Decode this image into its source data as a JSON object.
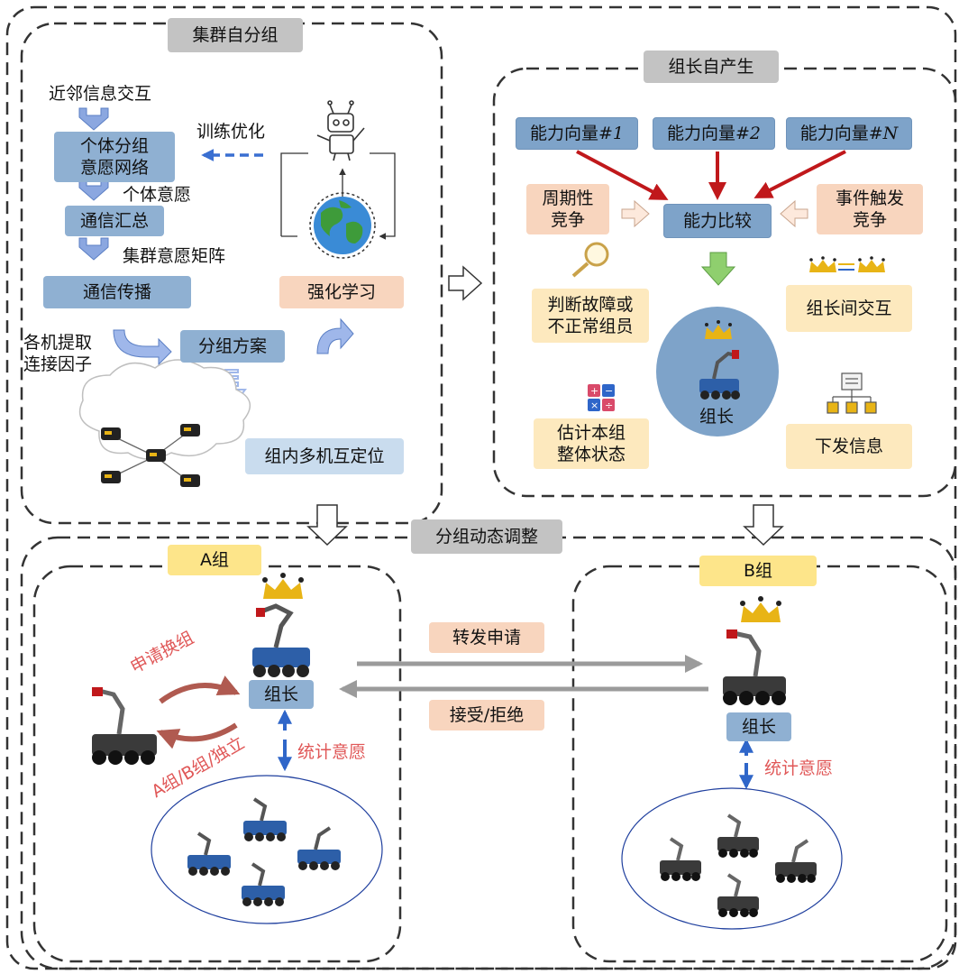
{
  "sections": {
    "self_grouping": "集群自分组",
    "leader_election": "组长自产生",
    "dynamic_adjust": "分组动态调整"
  },
  "left_panel": {
    "neighbor_exchange": "近邻信息交互",
    "intent_network": "个体分组\n意愿网络",
    "individual_intent": "个体意愿",
    "comm_aggregate": "通信汇总",
    "swarm_matrix": "集群意愿矩阵",
    "comm_broadcast": "通信传播",
    "extract_factor": "各机提取\n连接因子",
    "group_plan": "分组方案",
    "train_optimize": "训练优化",
    "reinforcement": "强化学习",
    "co_localization": "组内多机互定位"
  },
  "right_panel": {
    "vec1_prefix": "能力向量#",
    "vec1_suffix": "1",
    "vec2_prefix": "能力向量#",
    "vec2_suffix": "2",
    "vecN_prefix": "能力向量#",
    "vecN_suffix": "N",
    "periodic": "周期性\n竞争",
    "compare": "能力比较",
    "event": "事件触发\n竞争",
    "fault": "判断故障或\n不正常组员",
    "leader_exchange": "组长间交互",
    "leader": "组长",
    "estimate": "估计本组\n整体状态",
    "dispatch": "下发信息"
  },
  "bottom_panel": {
    "group_a": "A组",
    "group_b": "B组",
    "leader_a": "组长",
    "leader_b": "组长",
    "apply_switch": "申请换组",
    "options": "A组/B组/独立",
    "stat_a": "统计意愿",
    "stat_b": "统计意愿",
    "forward": "转发申请",
    "accept": "接受/拒绝"
  },
  "colors": {
    "blue": "#8fb0d2",
    "peach": "#f8d5be",
    "cream": "#fde9be",
    "gray": "#c3c3c3",
    "yellow": "#fde58a",
    "red_text": "#e05757",
    "crown": "#e8b416"
  }
}
